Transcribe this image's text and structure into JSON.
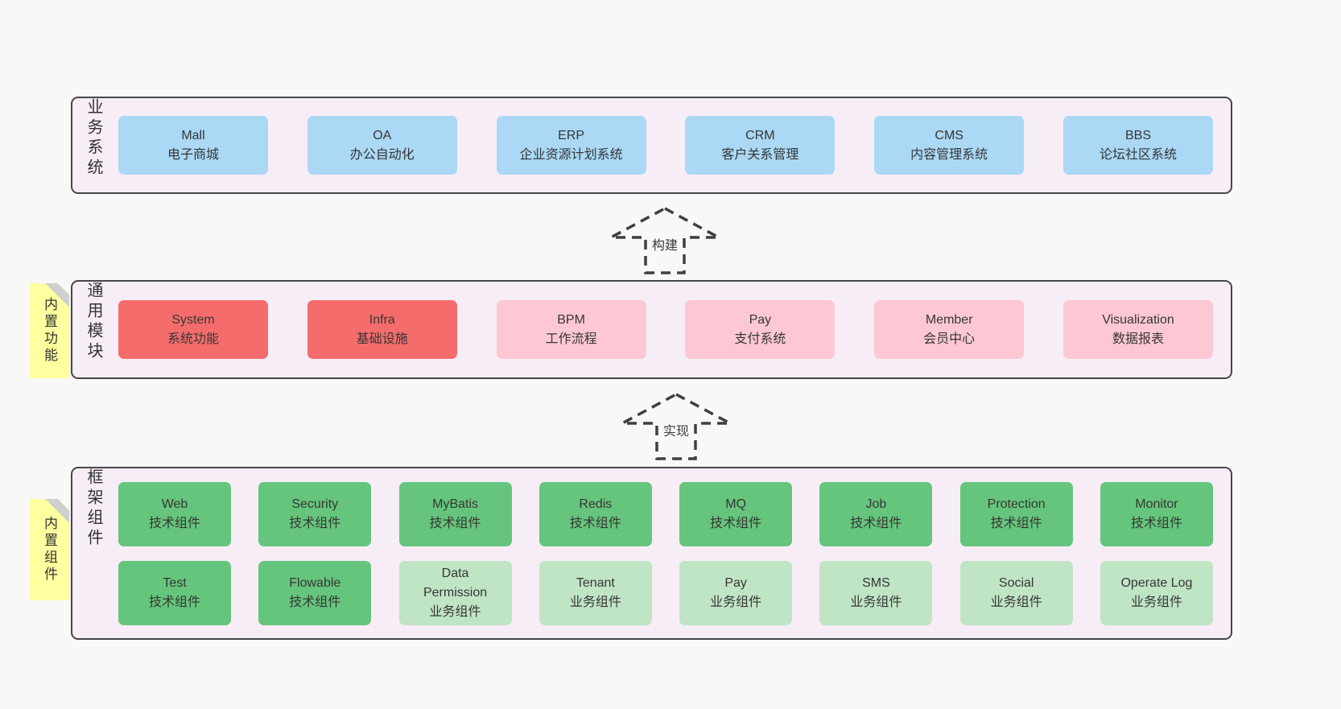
{
  "colors": {
    "page_bg": "#f8f8f8",
    "panel_bg": "#f7edf6",
    "panel_border": "#474747",
    "blue_box": "#aad8f5",
    "red_box": "#f56c6c",
    "pink_box": "#fdc8d3",
    "green_box": "#66c57c",
    "lightgreen_box": "#c0e5c5",
    "sticky_yellow": "#feff9e",
    "sticky_fold": "#cfcfcf",
    "text": "#333333"
  },
  "business": {
    "label": "业务系统",
    "items": [
      {
        "name": "Mall",
        "desc": "电子商城"
      },
      {
        "name": "OA",
        "desc": "办公自动化"
      },
      {
        "name": "ERP",
        "desc": "企业资源计划系统"
      },
      {
        "name": "CRM",
        "desc": "客户关系管理"
      },
      {
        "name": "CMS",
        "desc": "内容管理系统"
      },
      {
        "name": "BBS",
        "desc": "论坛社区系统"
      }
    ]
  },
  "arrow_build": {
    "label": "构建"
  },
  "modules": {
    "label": "通用模块",
    "sticky": "内置功能",
    "items": [
      {
        "name": "System",
        "desc": "系统功能",
        "variant": "red"
      },
      {
        "name": "Infra",
        "desc": "基础设施",
        "variant": "red"
      },
      {
        "name": "BPM",
        "desc": "工作流程",
        "variant": "pink"
      },
      {
        "name": "Pay",
        "desc": "支付系统",
        "variant": "pink"
      },
      {
        "name": "Member",
        "desc": "会员中心",
        "variant": "pink"
      },
      {
        "name": "Visualization",
        "desc": "数据报表",
        "variant": "pink"
      }
    ]
  },
  "arrow_implement": {
    "label": "实现"
  },
  "components": {
    "label": "框架组件",
    "sticky": "内置组件",
    "row1": [
      {
        "name": "Web",
        "desc": "技术组件",
        "variant": "green"
      },
      {
        "name": "Security",
        "desc": "技术组件",
        "variant": "green"
      },
      {
        "name": "MyBatis",
        "desc": "技术组件",
        "variant": "green"
      },
      {
        "name": "Redis",
        "desc": "技术组件",
        "variant": "green"
      },
      {
        "name": "MQ",
        "desc": "技术组件",
        "variant": "green"
      },
      {
        "name": "Job",
        "desc": "技术组件",
        "variant": "green"
      },
      {
        "name": "Protection",
        "desc": "技术组件",
        "variant": "green"
      },
      {
        "name": "Monitor",
        "desc": "技术组件",
        "variant": "green"
      }
    ],
    "row2": [
      {
        "name": "Test",
        "desc": "技术组件",
        "variant": "green"
      },
      {
        "name": "Flowable",
        "desc": "技术组件",
        "variant": "green"
      },
      {
        "name": "Data Permission",
        "desc": "业务组件",
        "variant": "lightgreen"
      },
      {
        "name": "Tenant",
        "desc": "业务组件",
        "variant": "lightgreen"
      },
      {
        "name": "Pay",
        "desc": "业务组件",
        "variant": "lightgreen"
      },
      {
        "name": "SMS",
        "desc": "业务组件",
        "variant": "lightgreen"
      },
      {
        "name": "Social",
        "desc": "业务组件",
        "variant": "lightgreen"
      },
      {
        "name": "Operate Log",
        "desc": "业务组件",
        "variant": "lightgreen"
      }
    ]
  }
}
